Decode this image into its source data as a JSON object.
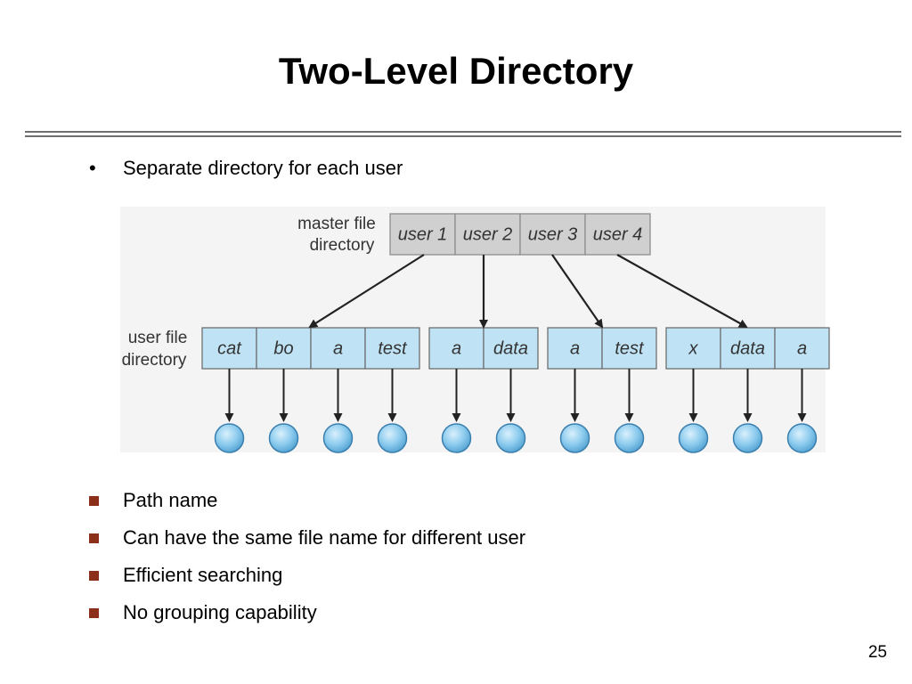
{
  "slide": {
    "title": "Two-Level Directory",
    "intro_bullet": "Separate directory for each user",
    "points": [
      "Path name",
      "Can have the same file name for different user",
      "Efficient searching",
      "No grouping capability"
    ],
    "page_number": "25"
  },
  "diagram": {
    "mfd_label": [
      "master file",
      "directory"
    ],
    "ufd_label": [
      "user file",
      "directory"
    ],
    "users": [
      "user 1",
      "user 2",
      "user 3",
      "user 4"
    ],
    "user_dirs": [
      [
        "cat",
        "bo",
        "a",
        "test"
      ],
      [
        "a",
        "data"
      ],
      [
        "a",
        "test"
      ],
      [
        "x",
        "data",
        "a"
      ]
    ],
    "colors": {
      "mfd_fill": "#d0d0d0",
      "ufd_fill": "#bfe3f5",
      "file_node": "#7ec3ea",
      "arrow": "#222222",
      "bullet": "#8b2e1a"
    }
  }
}
